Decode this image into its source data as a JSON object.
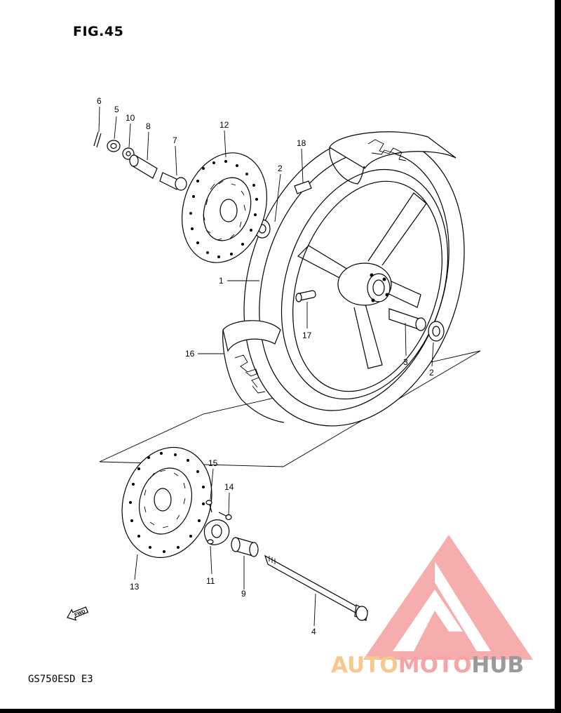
{
  "figure": {
    "title": "FIG.45",
    "model_code": "GS750ESD E3",
    "fwd_label": "FWD"
  },
  "callouts": [
    "1",
    "2",
    "2",
    "3",
    "4",
    "5",
    "6",
    "7",
    "8",
    "9",
    "10",
    "11",
    "12",
    "13",
    "14",
    "15",
    "16",
    "17",
    "18"
  ],
  "watermark": {
    "text_part1": "AUTO",
    "text_part2": "MOTO",
    "text_part3": "HUB",
    "color_primary": "#f5a5a5",
    "color_secondary": "#f7c88d",
    "color_dark": "#9a9a9a"
  },
  "colors": {
    "line": "#000000",
    "background": "#ffffff"
  }
}
